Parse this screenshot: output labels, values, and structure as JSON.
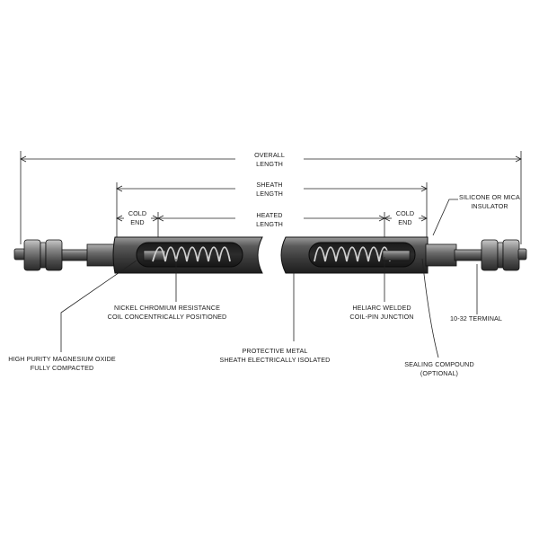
{
  "dimensions": {
    "overall": [
      "OVERALL",
      "LENGTH"
    ],
    "sheath": [
      "SHEATH",
      "LENGTH"
    ],
    "heated": [
      "HEATED",
      "LENGTH"
    ],
    "cold_end_left": [
      "COLD",
      "END"
    ],
    "cold_end_right": [
      "COLD",
      "END"
    ]
  },
  "callouts": {
    "insulator": [
      "SILICONE OR MICA",
      "INSULATOR"
    ],
    "coil": [
      "NICKEL CHROMIUM RESISTANCE",
      "COIL CONCENTRICALLY POSITIONED"
    ],
    "junction": [
      "HELIARC WELDED",
      "COIL-PIN JUNCTION"
    ],
    "terminal": [
      "10-32 TERMINAL"
    ],
    "magnesium": [
      "HIGH PURITY MAGNESIUM OXIDE",
      "FULLY COMPACTED"
    ],
    "sheath": [
      "PROTECTIVE METAL",
      "SHEATH ELECTRICALLY ISOLATED"
    ],
    "sealing": [
      "SEALING COMPOUND",
      "(OPTIONAL)"
    ]
  }
}
